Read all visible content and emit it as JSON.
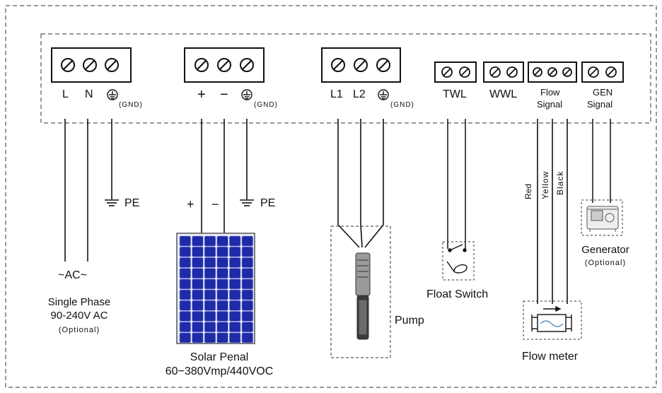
{
  "terminals": {
    "ac": {
      "l": "L",
      "n": "N",
      "gnd": "(GND)"
    },
    "solar": {
      "plus": "+",
      "minus": "−",
      "gnd": "(GND)"
    },
    "pump": {
      "l1": "L1",
      "l2": "L2",
      "gnd": "(GND)"
    },
    "twl": "TWL",
    "wwl": "WWL",
    "flow_signal": {
      "line1": "Flow",
      "line2": "Signal"
    },
    "gen_signal": {
      "line1": "GEN",
      "line2": "Signal"
    }
  },
  "wiring": {
    "pe_left": "PE",
    "pe_solar": "PE",
    "solar_plus": "+",
    "solar_minus": "−",
    "ac_symbol": "~AC~",
    "wire_red": "Red",
    "wire_yellow": "Yellow",
    "wire_black": "Black"
  },
  "captions": {
    "single_phase": {
      "line1": "Single Phase",
      "line2": "90-240V AC",
      "line3": "(Optional)"
    },
    "solar": {
      "line1": "Solar Penal",
      "line2": "60−380Vmp/440VOC"
    },
    "pump": "Pump",
    "float_switch": "Float Switch",
    "flow_meter": "Flow meter",
    "generator": {
      "line1": "Generator",
      "line2": "(Optional)"
    }
  }
}
